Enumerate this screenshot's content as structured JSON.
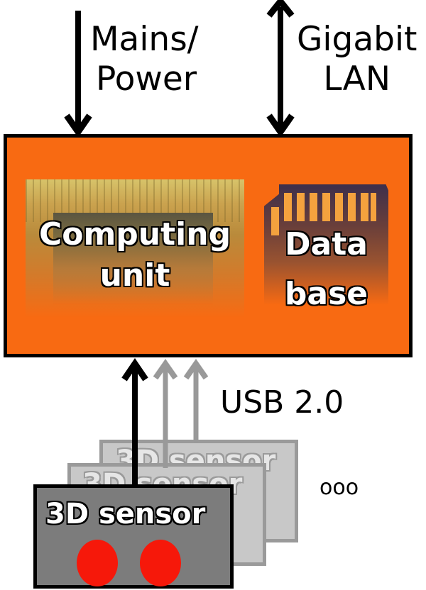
{
  "diagram": {
    "inputs": {
      "power_label_line1": "Mains/",
      "power_label_line2": "Power",
      "network_label_line1": "Gigabit",
      "network_label_line2": "LAN"
    },
    "main_unit": {
      "color": "#f86a12",
      "computing_label_line1": "Computing",
      "computing_label_line2": "unit",
      "database_label_line1": "Data",
      "database_label_line2": "base"
    },
    "connection": {
      "label": "USB 2.0"
    },
    "sensors": {
      "label": "3D sensor",
      "front_color": "#7c7c7c",
      "back_color": "#c8c8c8",
      "led_color": "#f6180a",
      "more_indicator": "ooo"
    }
  }
}
